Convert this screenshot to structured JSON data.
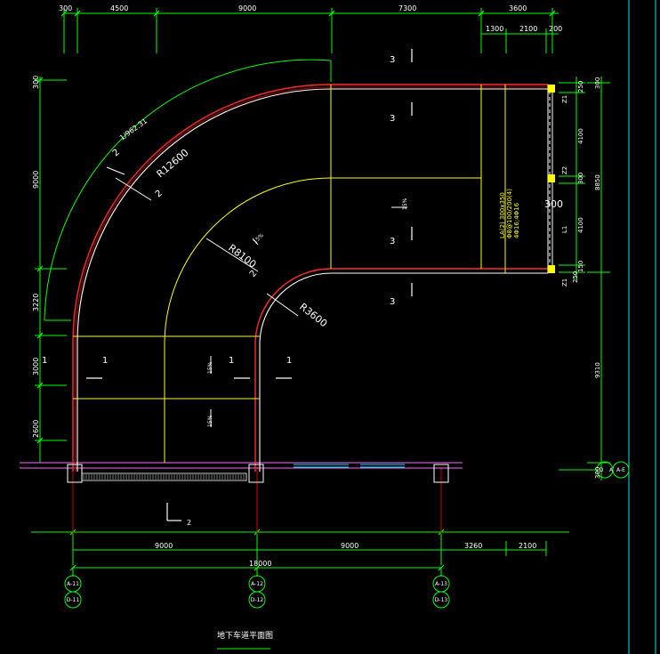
{
  "colors": {
    "background": "#000000",
    "dimension": "#00ff00",
    "wall_outer": "#ff2a2a",
    "wall_inner": "#ffffff",
    "centerline": "#ffff00",
    "axis": "#e00000",
    "grade": "#ff66ff",
    "bubble": "#00ff00",
    "border": "#00e5ff"
  },
  "top_dims": {
    "overall": [
      "300",
      "4500",
      "9000",
      "7300",
      "3600"
    ],
    "detail": [
      "1300",
      "2100",
      "200"
    ]
  },
  "left_dims": [
    "300",
    "9000",
    "3220",
    "3000",
    "2600"
  ],
  "right_dims": {
    "inner": [
      "250",
      "4100",
      "300",
      "4100",
      "150",
      "250"
    ],
    "outer": [
      "300",
      "8850",
      "9310",
      "300"
    ]
  },
  "bottom_dims": {
    "row1": [
      "9000",
      "9000",
      "3260",
      "2100"
    ],
    "row2": [
      "18000"
    ]
  },
  "radius_labels": {
    "arc": "1/962.31",
    "r12600": "R12600",
    "r8100": "R8100",
    "r3600": "R3600"
  },
  "section_marks": {
    "upper": [
      "3",
      "3",
      "3",
      "3"
    ],
    "lower": [
      "1",
      "1",
      "1",
      "1"
    ],
    "curve": [
      "2",
      "2",
      "2"
    ],
    "bottom": "2"
  },
  "slope_labels": [
    "15%",
    "15%",
    "15%",
    "15%"
  ],
  "beam": {
    "name": "LA(2) 300x350",
    "stirrup": "Φ8@100/200(4)",
    "bars": "4Φ16;4Φ16",
    "dim": "300"
  },
  "column_tags": [
    "Z1",
    "Z2",
    "Z1",
    "L1"
  ],
  "axis_bubbles": {
    "bottom": [
      {
        "top": "A-11",
        "bottom": "D-11"
      },
      {
        "top": "A-12",
        "bottom": "D-12"
      },
      {
        "top": "A-13",
        "bottom": "D-13"
      }
    ],
    "right": [
      "D",
      "A",
      "A-E"
    ]
  },
  "title": "地下车道平面图"
}
